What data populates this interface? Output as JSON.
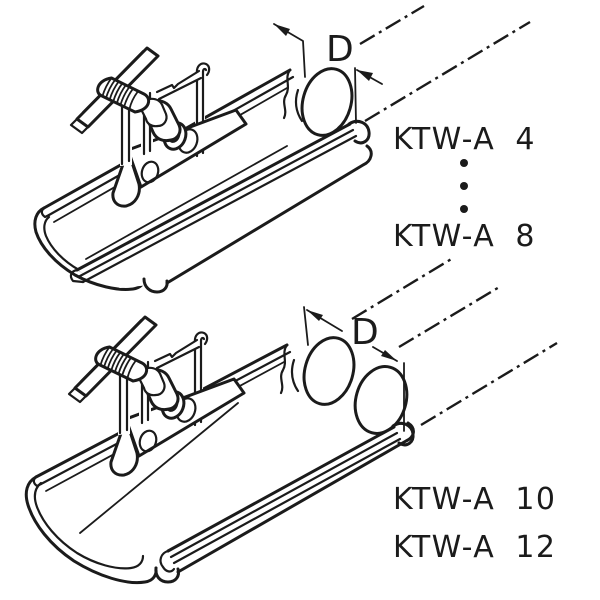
{
  "diagram": {
    "type": "technical-line-drawing",
    "subject": "cable clamp with wedge screw mounted on half-round cable trough",
    "colors": {
      "line": "#1b1b1b",
      "background": "#ffffff"
    },
    "upper": {
      "dimension_label": "D",
      "cable_count": 1,
      "variants": [
        "KTW-A 4",
        "KTW-A 8"
      ],
      "ellipsis_dot_count": 3
    },
    "lower": {
      "dimension_label": "D",
      "cable_count": 2,
      "variants": [
        "KTW-A 10",
        "KTW-A 12"
      ]
    }
  }
}
